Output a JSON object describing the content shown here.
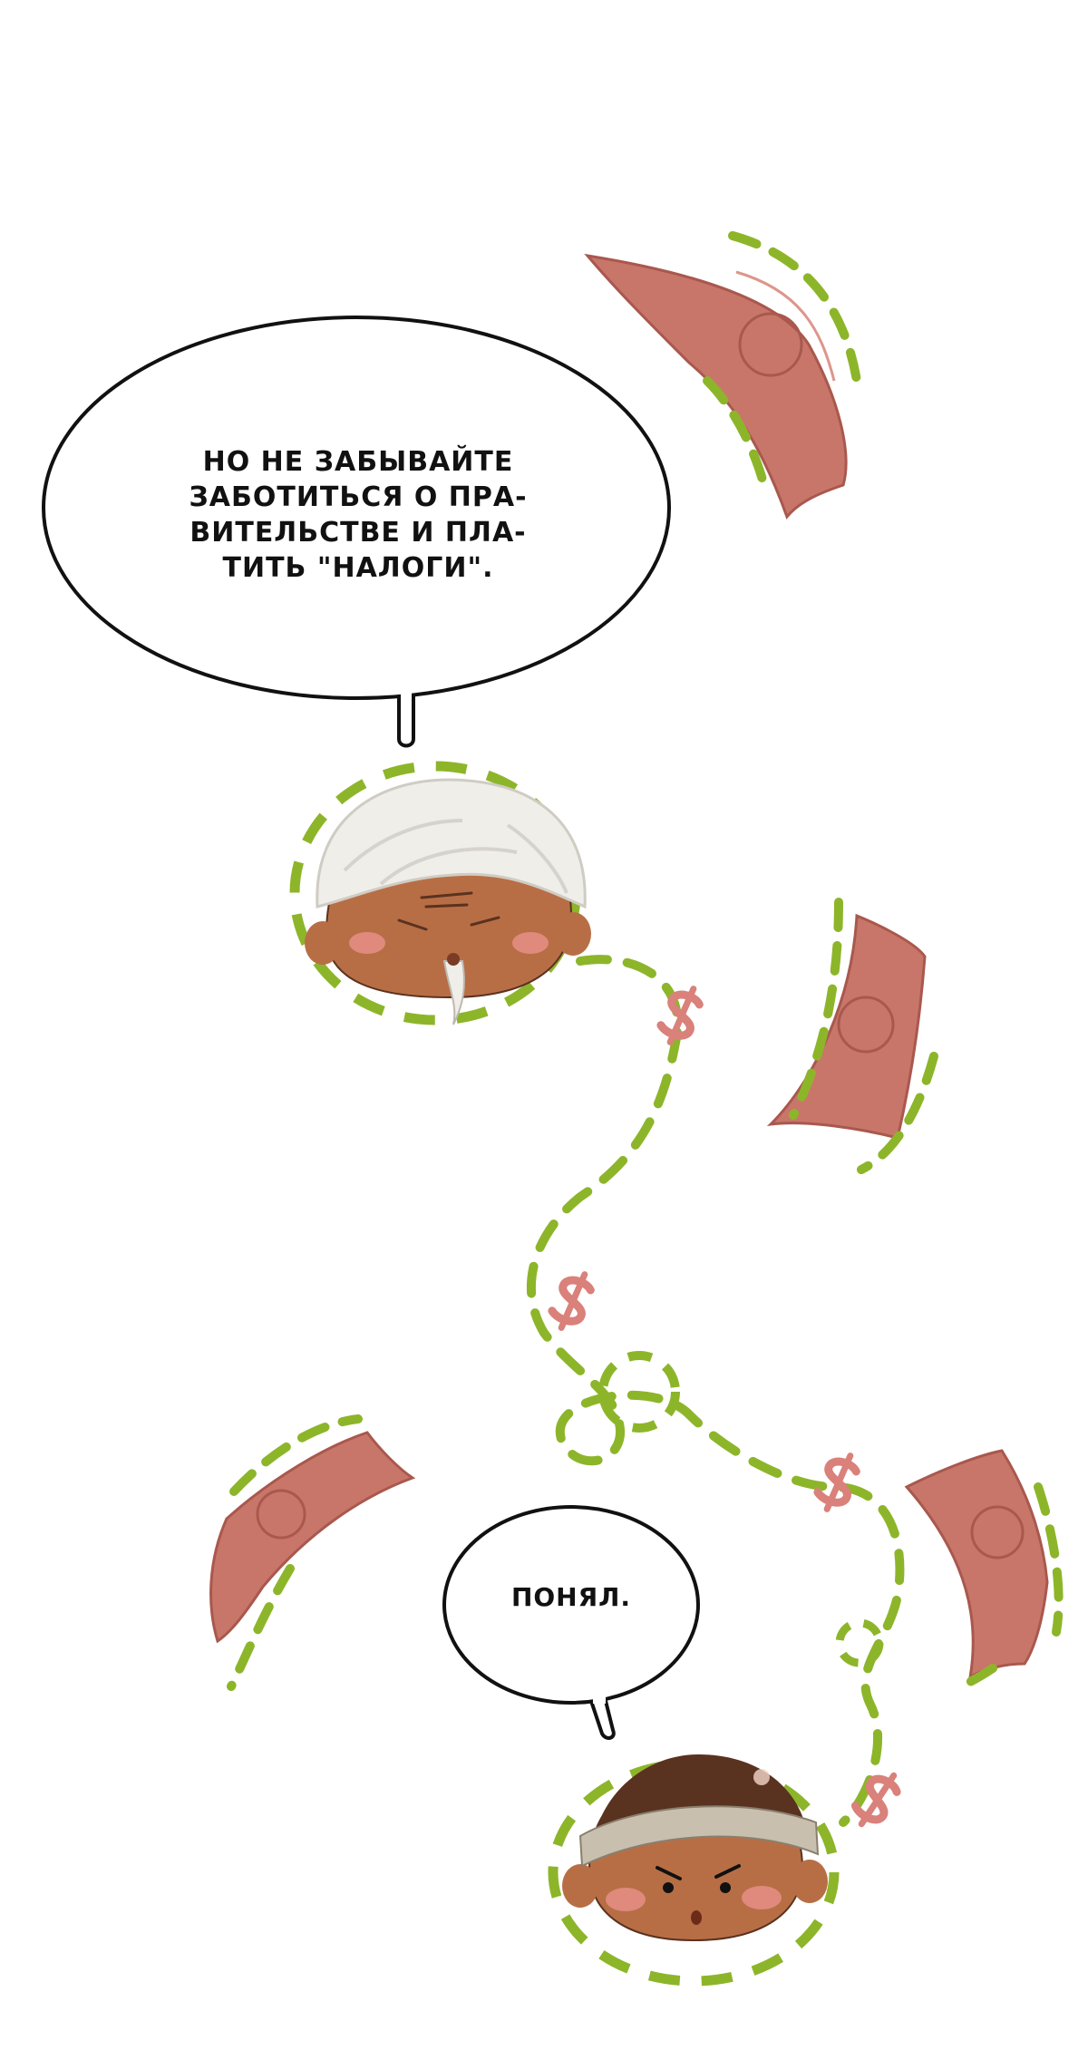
{
  "panel": {
    "bubble_top": {
      "lines": [
        "НО НЕ ЗАБЫВАЙТЕ",
        "ЗАБОТИТЬСЯ О ПРА-",
        "ВИТЕЛЬСТВЕ И ПЛА-",
        "ТИТЬ \"НАЛОГИ\"."
      ]
    },
    "bubble_bottom": {
      "lines": [
        "ПОНЯЛ."
      ]
    },
    "characters": [
      {
        "name": "old-man",
        "description_icon": "old-man-head-icon"
      },
      {
        "name": "young-man",
        "description_icon": "young-man-head-icon"
      }
    ],
    "decorations": {
      "banknote_icon": "banknote-icon",
      "dollar_icon": "dollar-sign-icon"
    },
    "colors": {
      "dash_green": "#8db52a",
      "banknote": "#c9766a",
      "banknote_dark": "#a9584e",
      "dollar": "#d9817a",
      "skin": "#b86e45",
      "skin_shadow": "#9a5634",
      "blush": "#e58f86",
      "hair_white": "#efeee9",
      "hair_brown": "#5a3220",
      "headband": "#c9bfae",
      "outline": "#111111"
    }
  }
}
